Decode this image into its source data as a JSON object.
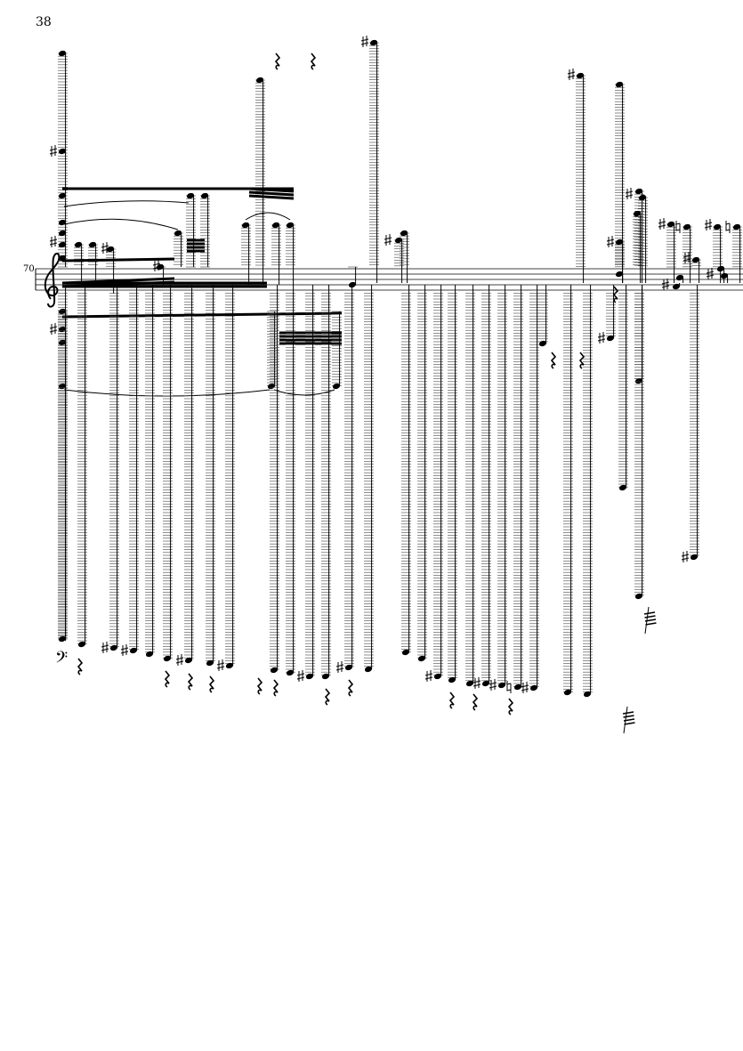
{
  "page": {
    "page_number": "38",
    "measure_number": "70"
  },
  "score": {
    "clef": "treble",
    "staff_lines": 5,
    "colors": {
      "ink": "#000000",
      "ledger": "#444444"
    }
  }
}
